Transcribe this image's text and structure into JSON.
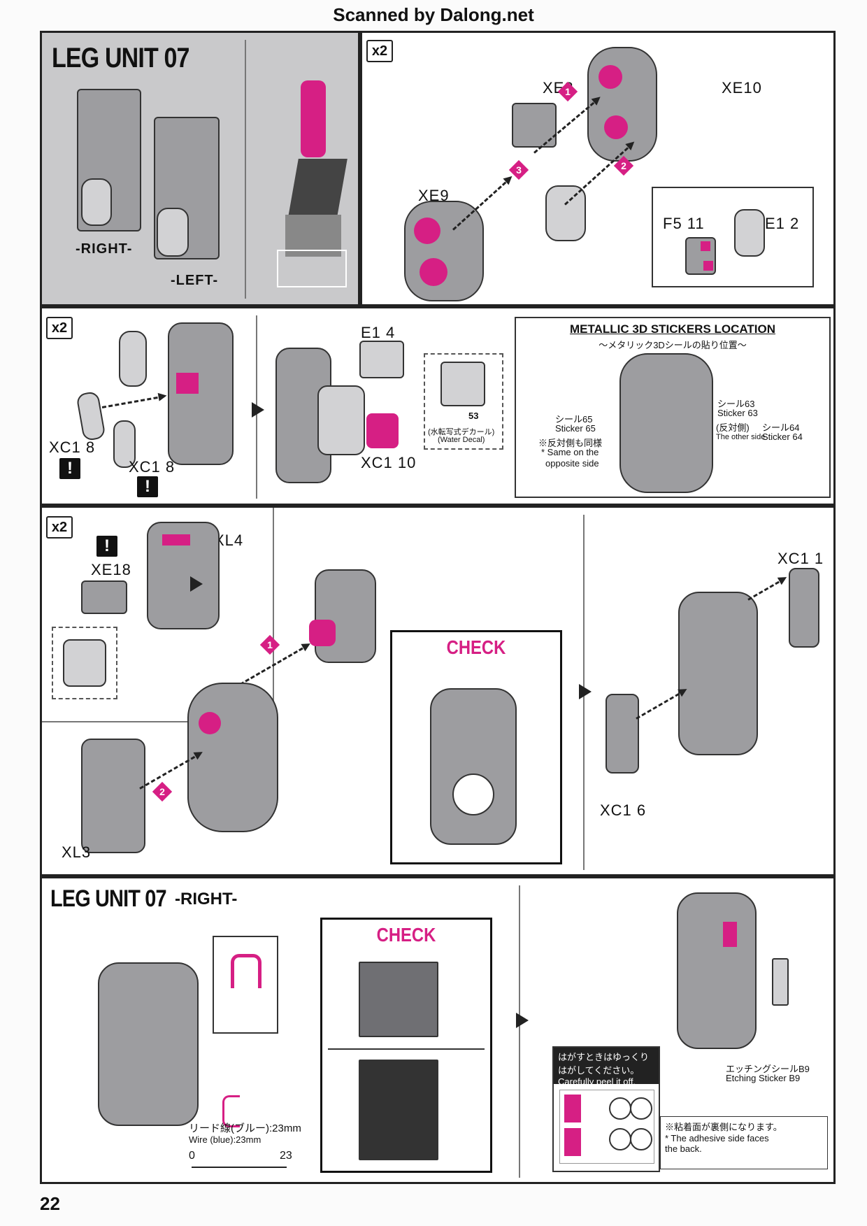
{
  "header": {
    "scan_credit": "Scanned by Dalong.net"
  },
  "page_number": "22",
  "section1": {
    "title": "LEG UNIT 07",
    "label_right": "-RIGHT-",
    "label_left": "-LEFT-"
  },
  "step1": {
    "multiplier": "x2",
    "parts": {
      "xe8": "XE8",
      "xe10": "XE10",
      "xe9": "XE9",
      "f5_11": "F5 11",
      "e1_2": "E1 2"
    },
    "steps": [
      "1",
      "2",
      "3"
    ]
  },
  "step2": {
    "multiplier": "x2",
    "parts": {
      "xc1_8a": "XC1 8",
      "xc1_8b": "XC1 8",
      "e1_4": "E1 4",
      "xc1_10": "XC1 10"
    },
    "water_decal": {
      "number": "53",
      "jp": "(水転写式デカール)",
      "en": "(Water Decal)"
    },
    "warning_symbol": "!",
    "stickers": {
      "title": "METALLIC 3D STICKERS LOCATION",
      "subtitle": "～メタリック3Dシールの貼り位置～",
      "s63_jp": "シール63",
      "s63_en": "Sticker 63",
      "other_side_jp": "(反対側)",
      "other_side_en": "The other side",
      "s64_jp": "シール64",
      "s64_en": "Sticker 64",
      "s65_jp": "シール65",
      "s65_en": "Sticker 65",
      "same_jp": "※反対側も同様",
      "same_en1": "* Same on the",
      "same_en2": "opposite side"
    }
  },
  "step3": {
    "multiplier": "x2",
    "parts": {
      "xl4": "XL4",
      "xe18": "XE18",
      "xl3": "XL3",
      "xc1_1": "XC1 1",
      "xc1_6": "XC1 6"
    },
    "steps": [
      "1",
      "2"
    ],
    "check": "CHECK"
  },
  "section4": {
    "title": "LEG UNIT 07",
    "subtitle": "-RIGHT-",
    "check": "CHECK",
    "wire_jp": "リード線(ブルー):23mm",
    "wire_en": "Wire (blue):23mm",
    "ruler_start": "0",
    "ruler_end": "23",
    "peel_jp1": "はがすときはゆっくり",
    "peel_jp2": "はがしてください。",
    "peel_en": "Carefully peel it off.",
    "etching_jp": "エッチングシールB9",
    "etching_en": "Etching Sticker B9",
    "adhesive_jp": "※粘着面が裏側になります。",
    "adhesive_en1": "* The adhesive side faces",
    "adhesive_en2": "the back."
  },
  "colors": {
    "accent": "#d61f84",
    "border": "#222222",
    "panel_gray": "#c9c9cb"
  }
}
